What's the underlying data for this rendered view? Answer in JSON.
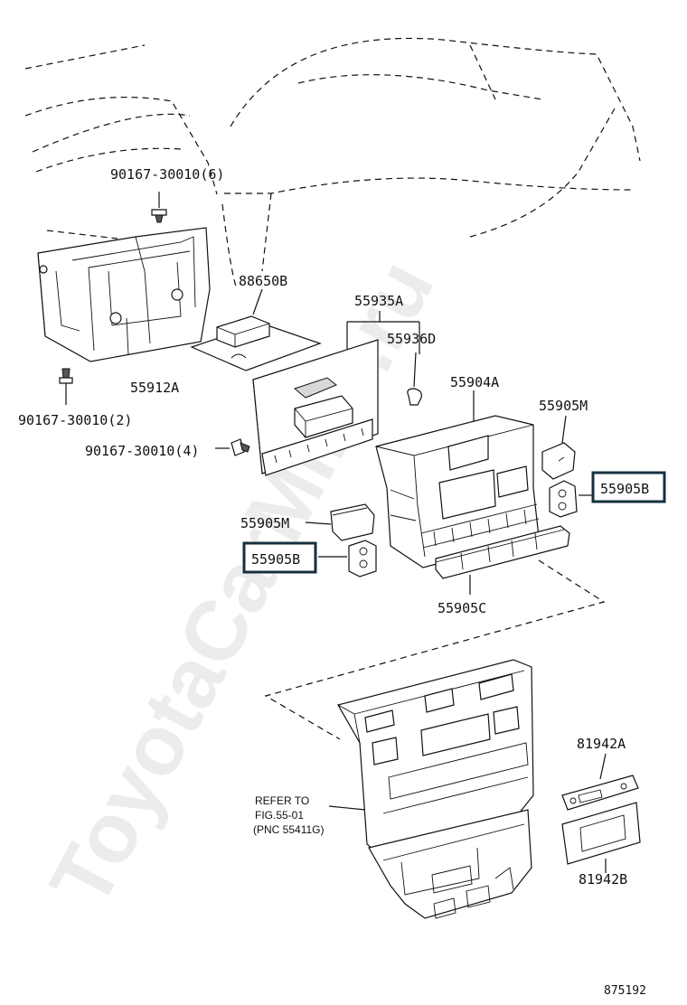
{
  "watermark": "ToyotaCarMine.ru",
  "figure_number": "875192",
  "callouts": {
    "screw_top": "90167-30010(6)",
    "bracket": "55912A",
    "screw_left": "90167-30010(2)",
    "screw_board": "90167-30010(4)",
    "sensor": "88650B",
    "circuit_board": "55935A",
    "bulb": "55936D",
    "control_panel": "55904A",
    "knob_right": "55905M",
    "switch_right": "55905B",
    "knob_left": "55905M",
    "switch_left": "55905B",
    "button_strip": "55905C",
    "plate_a": "81942A",
    "plate_b": "81942B"
  },
  "refer_note": {
    "line1": "REFER TO",
    "line2": "FIG.55-01",
    "line3": "(PNC 55411G)"
  },
  "highlighted_parts": [
    "55905B",
    "55905B"
  ],
  "colors": {
    "line": "#111111",
    "highlight_border": "#16303f",
    "background": "#ffffff"
  }
}
